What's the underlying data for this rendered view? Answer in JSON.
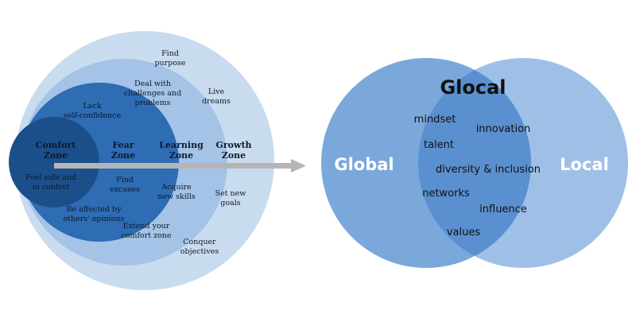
{
  "zones": {
    "comfort": {
      "title1": "Comfort",
      "title2": "Zone",
      "desc1": "Feel safe and",
      "desc2": "in control"
    },
    "fear": {
      "title1": "Fear",
      "title2": "Zone",
      "lack1": "Lack",
      "lack2": "self-confidence",
      "excuses1": "Find",
      "excuses2": "excuses",
      "opinions1": "Be affected by",
      "opinions2": "others' opinions"
    },
    "learning": {
      "title1": "Learning",
      "title2": "Zone",
      "challenges1": "Deal with",
      "challenges2": "challenges and",
      "challenges3": "problems",
      "skills1": "Acquire",
      "skills2": "new skills",
      "extend1": "Extend your",
      "extend2": "comfort zone"
    },
    "growth": {
      "title1": "Growth",
      "title2": "Zone",
      "purpose1": "Find",
      "purpose2": "purpose",
      "dreams1": "Live",
      "dreams2": "dreams",
      "goals1": "Set new",
      "goals2": "goals",
      "conquer1": "Conquer",
      "conquer2": "objectives"
    }
  },
  "venn": {
    "left_label": "Global",
    "right_label": "Local",
    "center_label": "Glocal",
    "items": [
      "mindset",
      "innovation",
      "talent",
      "diversity & inclusion",
      "networks",
      "influence",
      "values"
    ]
  },
  "colors": {
    "growth": "#c9dbef",
    "learning": "#a4c3e6",
    "fear": "#2e6cb3",
    "comfort": "#1b4f8a",
    "arrow": "#b5b5b5",
    "venn_circle": "#6d9fd6",
    "venn_overlap": "#5a90cf"
  }
}
